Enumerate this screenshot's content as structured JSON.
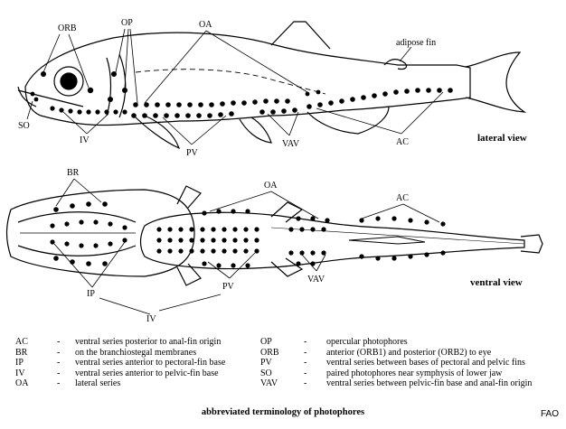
{
  "labels": {
    "lateral": {
      "orb": "ORB",
      "op": "OP",
      "oa": "OA",
      "adipose": "adipose fin",
      "so": "SO",
      "iv": "IV",
      "pv": "PV",
      "vav": "VAV",
      "ac": "AC",
      "view": "lateral view"
    },
    "ventral": {
      "br": "BR",
      "oa": "OA",
      "ac": "AC",
      "ip": "IP",
      "pv": "PV",
      "vav": "VAV",
      "iv": "IV",
      "view": "ventral view"
    }
  },
  "legend": {
    "left": [
      {
        "abbr": "AC",
        "dash": "-",
        "desc": "ventral series posterior to anal-fin origin"
      },
      {
        "abbr": "BR",
        "dash": "-",
        "desc": "on the branchiostegal membranes"
      },
      {
        "abbr": "IP",
        "dash": "-",
        "desc": "ventral series anterior to pectoral-fin base"
      },
      {
        "abbr": "IV",
        "dash": "-",
        "desc": "ventral series anterior to pelvic-fin base"
      },
      {
        "abbr": "OA",
        "dash": "-",
        "desc": "lateral series"
      }
    ],
    "right": [
      {
        "abbr": "OP",
        "dash": "-",
        "desc": "opercular photophores"
      },
      {
        "abbr": "ORB",
        "dash": "-",
        "desc": "anterior (ORB1) and posterior (ORB2) to eye"
      },
      {
        "abbr": "PV",
        "dash": "-",
        "desc": "ventral series between bases of pectoral and pelvic fins"
      },
      {
        "abbr": "SO",
        "dash": "-",
        "desc": "paired photophores near symphysis of lower jaw"
      },
      {
        "abbr": "VAV",
        "dash": "-",
        "desc": "ventral series between pelvic-fin base and anal-fin origin"
      }
    ]
  },
  "caption": "abbreviated terminology of photophores",
  "credit": "FAO"
}
